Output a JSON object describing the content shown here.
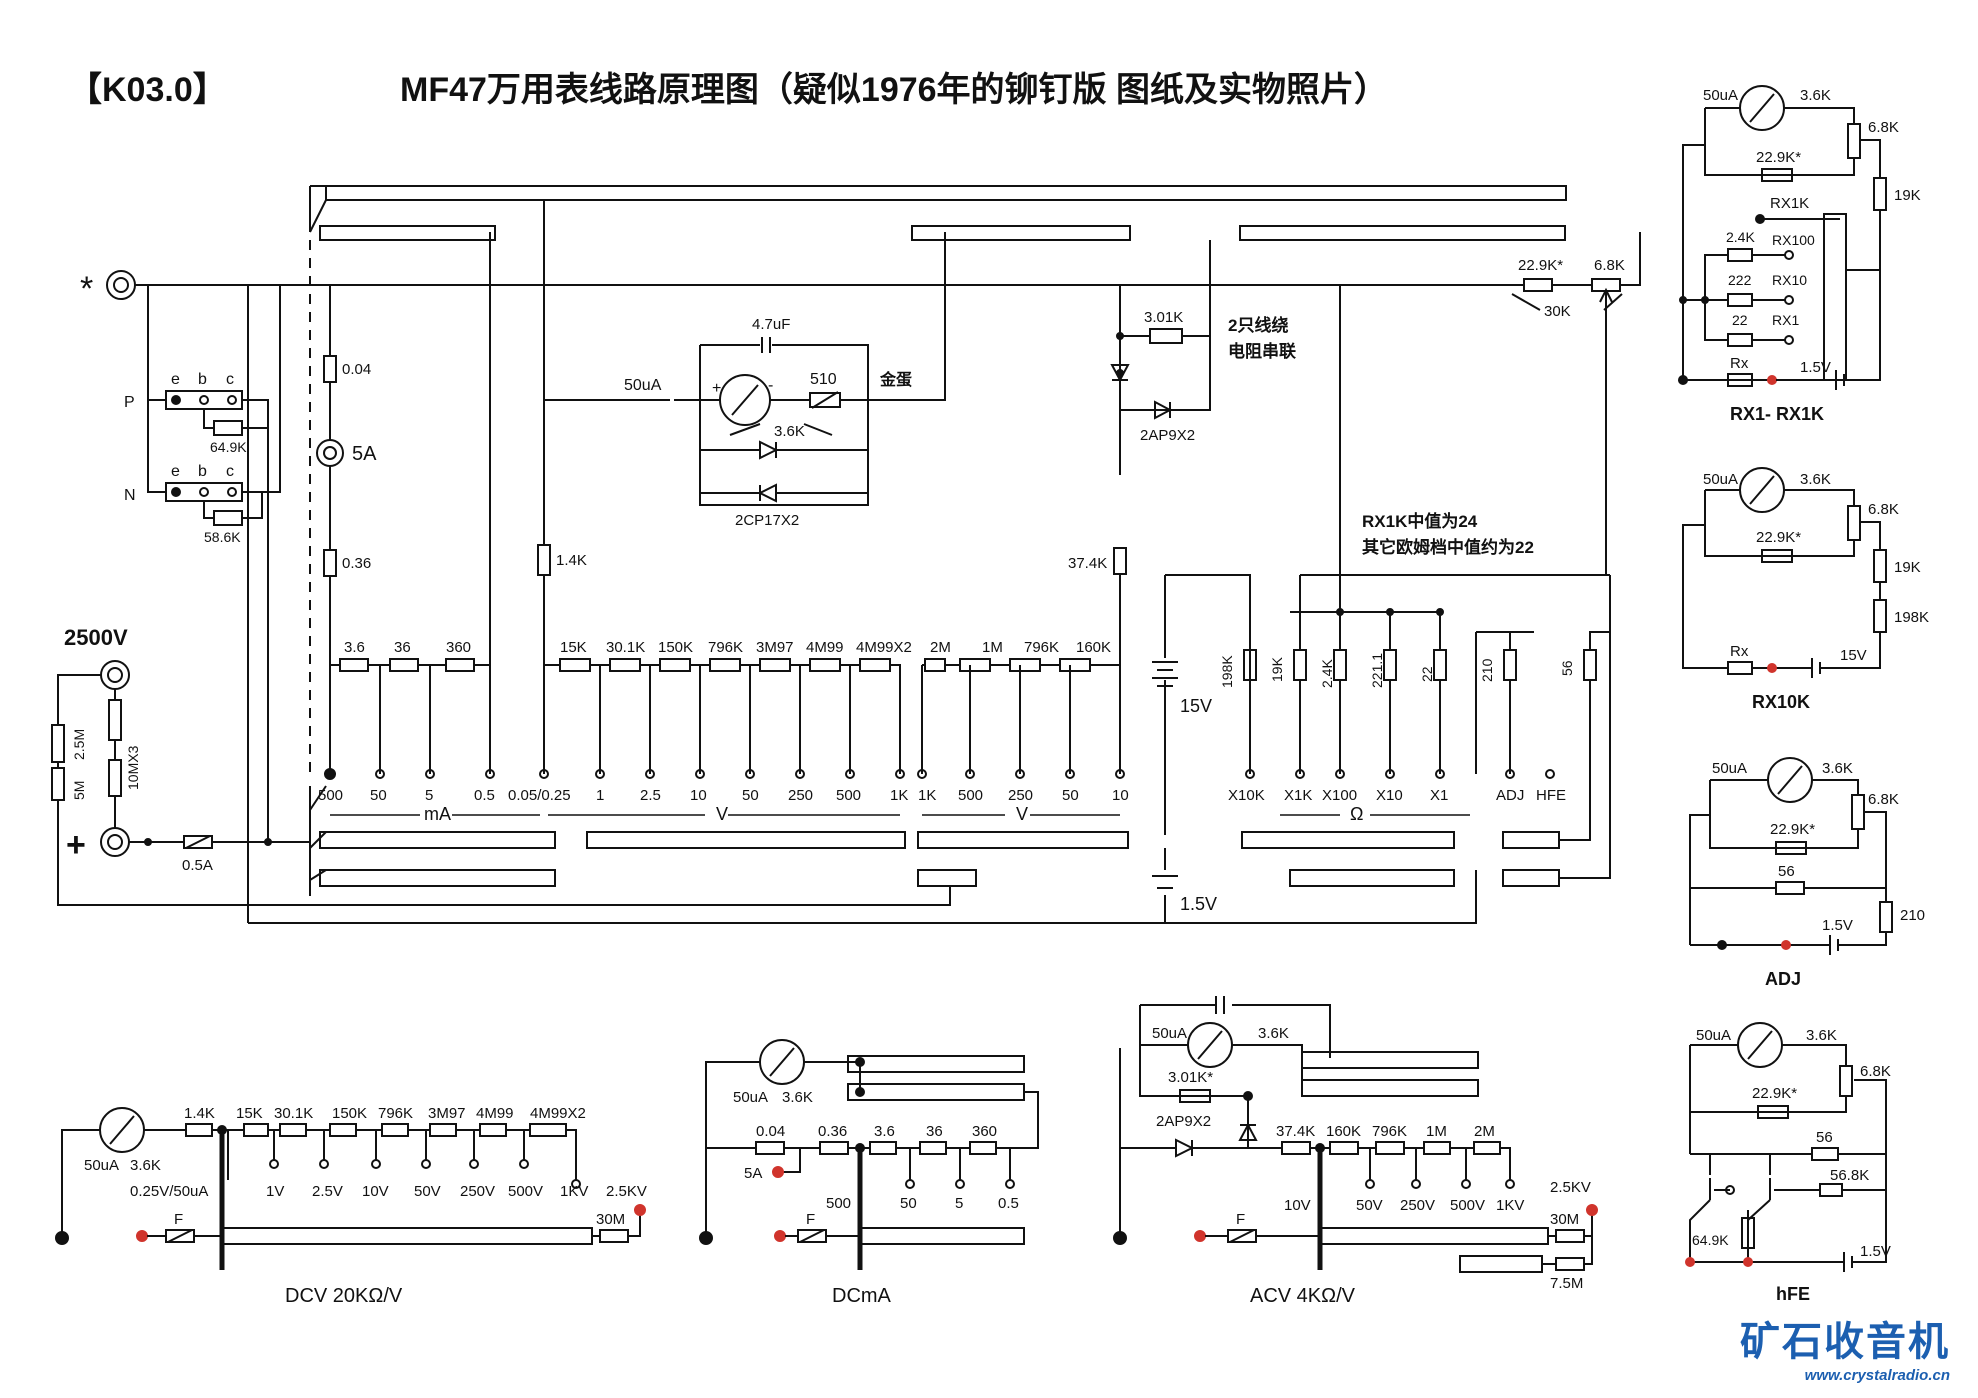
{
  "header": {
    "tag": "【K03.0】",
    "title": "MF47万用表线路原理图（疑似1976年的铆钉版 图纸及实物照片）"
  },
  "notes": {
    "wire_note_1": "2只线绕",
    "wire_note_2": "电阻串联",
    "golden_egg": "金蛋",
    "rx_note_1": "RX1K中值为24",
    "rx_note_2": "其它欧姆档中值约为22"
  },
  "jacks": {
    "common": "*",
    "plus": "+",
    "hv": "2500V",
    "amp5": "5A",
    "p": "P",
    "n": "N"
  },
  "main": {
    "meter": "50uA",
    "cap": "4.7uF",
    "r510": "510",
    "r36k": "3.6K",
    "d1": "2CP17X2",
    "d2": "2AP9X2",
    "r301k": "3.01K",
    "r374k": "37.4K",
    "r14k": "1.4K",
    "r004": "0.04",
    "r036": "0.36",
    "r649": "64.9K",
    "r586": "58.6K",
    "r25m": "2.5M",
    "r5m": "5M",
    "r10m": "10MX3",
    "fuse": "0.5A",
    "b15": "15V",
    "b1v5": "1.5V",
    "r229": "22.9K*",
    "r68": "6.8K",
    "r30k": "30K",
    "ebc": [
      "e",
      "b",
      "c"
    ],
    "ma_res": [
      "3.6",
      "36",
      "360"
    ],
    "v_res": [
      "15K",
      "30.1K",
      "150K",
      "796K",
      "3M97",
      "4M99",
      "4M99X2"
    ],
    "ac_res": [
      "2M",
      "1M",
      "796K",
      "160K"
    ],
    "ohm_res": [
      "198K",
      "19K",
      "2.4K",
      "221.1",
      "22",
      "210",
      "56"
    ],
    "ma_ranges": [
      "500",
      "50",
      "5",
      "0.5"
    ],
    "v_ranges": [
      "0.05/0.25",
      "1",
      "2.5",
      "10",
      "50",
      "250",
      "500",
      "1K"
    ],
    "ac_ranges": [
      "1K",
      "500",
      "250",
      "50",
      "10"
    ],
    "ohm_ranges": [
      "X10K",
      "X1K",
      "X100",
      "X10",
      "X1",
      "ADJ",
      "HFE"
    ],
    "grp_ma": "mA",
    "grp_v": "V",
    "grp_ac": "V",
    "grp_ohm": "Ω"
  },
  "rx1": {
    "meter": "50uA",
    "r36": "3.6K",
    "r68": "6.8K",
    "r229": "22.9K*",
    "r19": "19K",
    "rx1k": "RX1K",
    "r24": "2.4K",
    "rx100": "RX100",
    "r222": "222",
    "rx10": "RX10",
    "r22": "22",
    "rx1": "RX1",
    "rx": "Rx",
    "b": "1.5V",
    "caption": "RX1- RX1K"
  },
  "rx10k": {
    "meter": "50uA",
    "r36": "3.6K",
    "r68": "6.8K",
    "r229": "22.9K*",
    "r19": "19K",
    "r198": "198K",
    "rx": "Rx",
    "b": "15V",
    "caption": "RX10K"
  },
  "adj": {
    "meter": "50uA",
    "r36": "3.6K",
    "r68": "6.8K",
    "r229": "22.9K*",
    "r56": "56",
    "b": "1.5V",
    "r210": "210",
    "caption": "ADJ"
  },
  "hfe": {
    "meter": "50uA",
    "r36": "3.6K",
    "r68": "6.8K",
    "r229": "22.9K*",
    "r56": "56",
    "r568": "56.8K",
    "r649": "64.9K",
    "b": "1.5V",
    "caption": "hFE"
  },
  "dcv": {
    "meter": "50uA",
    "r36": "3.6K",
    "res": [
      "1.4K",
      "15K",
      "30.1K",
      "150K",
      "796K",
      "3M97",
      "4M99",
      "4M99X2"
    ],
    "ranges": [
      "0.25V/50uA",
      "1V",
      "2.5V",
      "10V",
      "50V",
      "250V",
      "500V",
      "1KV",
      "2.5KV"
    ],
    "r30m": "30M",
    "fuse": "F",
    "caption": "DCV   20KΩ/V"
  },
  "dcma": {
    "meter": "50uA",
    "r36": "3.6K",
    "res": [
      "0.04",
      "0.36",
      "3.6",
      "36",
      "360"
    ],
    "ranges": [
      "500",
      "50",
      "5",
      "0.5"
    ],
    "amp5": "5A",
    "fuse": "F",
    "caption": "DCmA"
  },
  "acv": {
    "meter": "50uA",
    "r36": "3.6K",
    "r301": "3.01K*",
    "diode": "2AP9X2",
    "res": [
      "37.4K",
      "160K",
      "796K",
      "1M",
      "2M"
    ],
    "ranges": [
      "10V",
      "50V",
      "250V",
      "500V",
      "1KV",
      "2.5KV"
    ],
    "r30m": "30M",
    "r75m": "7.5M",
    "fuse": "F",
    "caption": "ACV   4KΩ/V"
  },
  "watermark": {
    "name": "矿石收音机",
    "url": "www.crystalradio.cn"
  },
  "colors": {
    "line": "#111111",
    "note_red": "#c0392b",
    "dot_red": "#d0342c",
    "watermark_blue": "#1c5fb0"
  }
}
